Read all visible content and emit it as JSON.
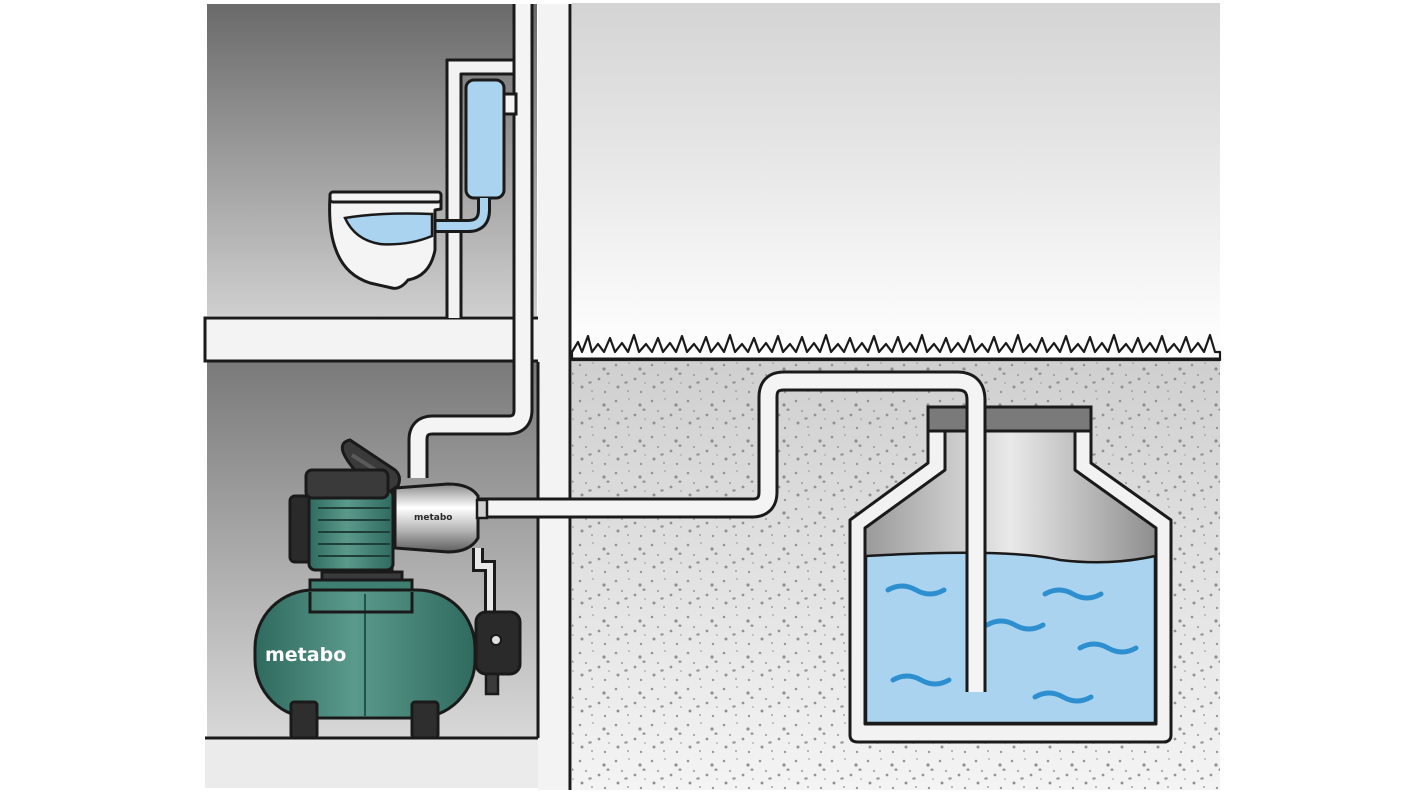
{
  "illustration": {
    "kind": "rainwater-harvesting-installation",
    "pump_brand_small": "metabo",
    "tank_brand": "metabo",
    "colors": {
      "pump_green": "#3f7f72",
      "water_blue": "#a9d3ee",
      "wave_blue": "#2d8fd0",
      "room_dark": "#6e6e6e",
      "soil": "#d0d0d0",
      "sky": "#f0f0f0",
      "pipe": "#f4f4f4",
      "outline": "#1a1a1a"
    },
    "icons": [
      "toilet-icon",
      "cistern-icon",
      "pump-icon",
      "pressure-tank-icon",
      "rainwater-tank-icon",
      "grass-icon"
    ]
  }
}
